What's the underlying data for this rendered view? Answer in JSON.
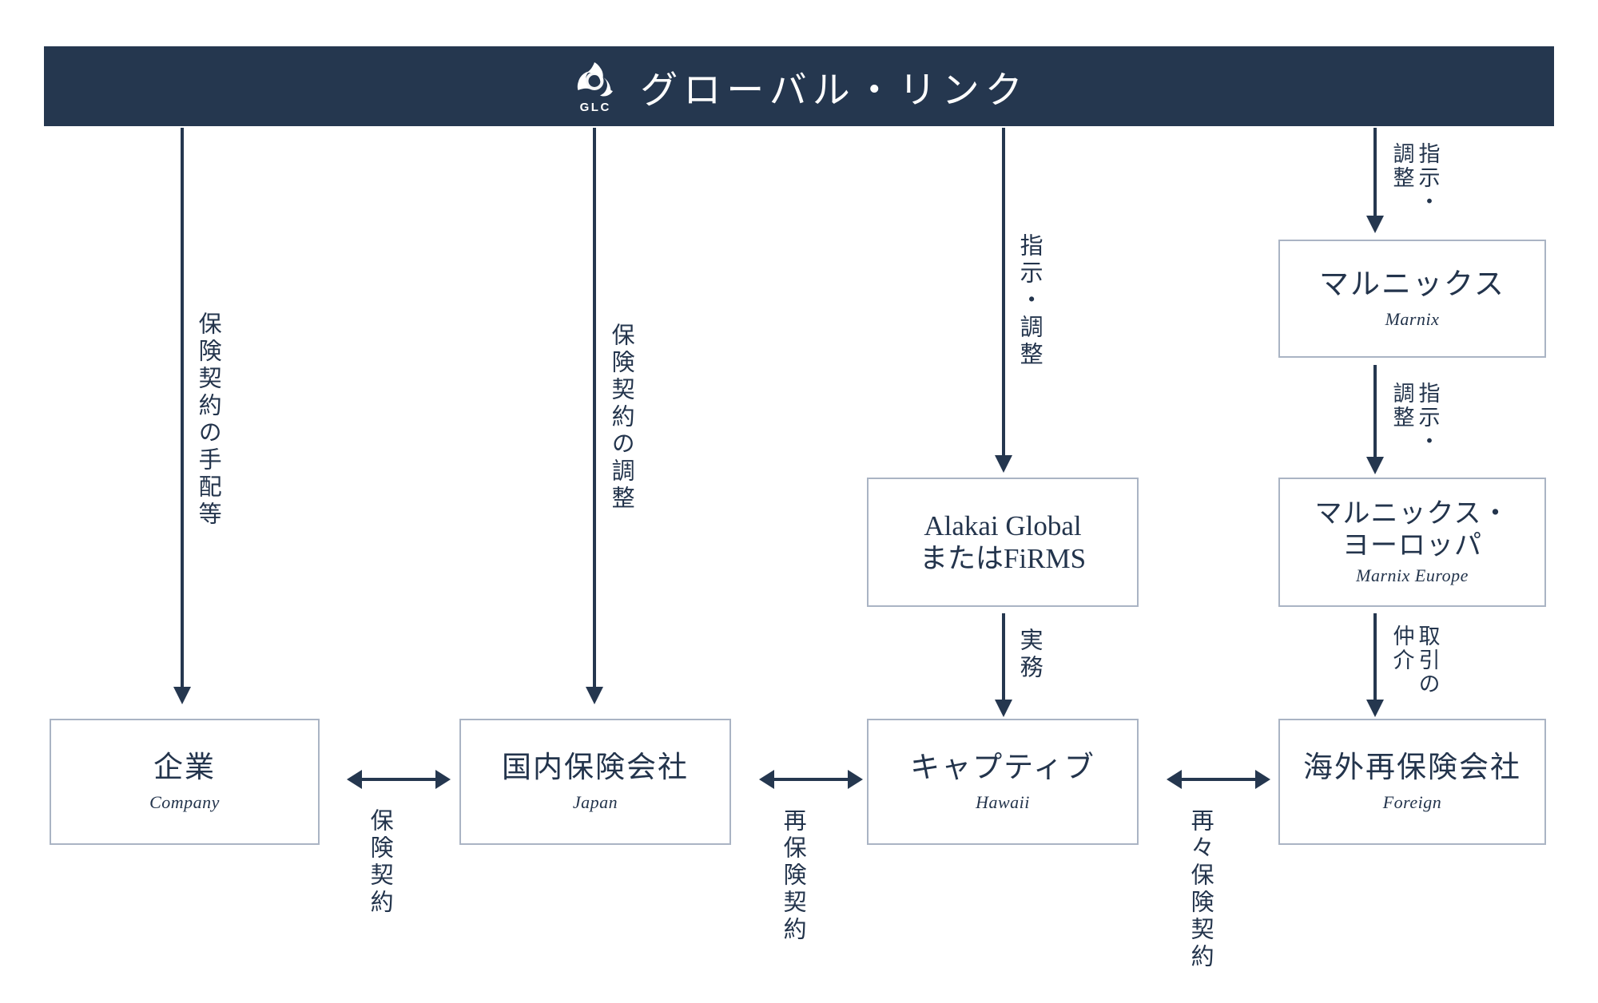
{
  "header": {
    "logo_name": "GLC",
    "logo_icon": "glc-trefoil-logo",
    "title": "グローバル・リンク",
    "bar_color": "#25374f"
  },
  "colors": {
    "brand_dark": "#25374f",
    "text": "#23344c",
    "box_border": "#aab4c4",
    "background": "#ffffff"
  },
  "nodes": {
    "company": {
      "jp": "企業",
      "en": "Company"
    },
    "japan_insurer": {
      "jp": "国内保険会社",
      "en": "Japan"
    },
    "captive": {
      "jp": "キャプティブ",
      "en": "Hawaii"
    },
    "foreign_reinsurer": {
      "jp": "海外再保険会社",
      "en": "Foreign"
    },
    "alakai": {
      "jp_line1": "Alakai Global",
      "jp_line2": "またはFiRMS",
      "en": ""
    },
    "marnix": {
      "jp": "マルニックス",
      "en": "Marnix"
    },
    "marnix_europe": {
      "jp_line1": "マルニックス・",
      "jp_line2": "ヨーロッパ",
      "en": "Marnix Europe"
    }
  },
  "arrow_labels": {
    "glc_to_company": "保険契約の手配等",
    "glc_to_japan": "保険契約の調整",
    "glc_to_alakai": "指示・調整",
    "glc_to_marnix_a": "指示・",
    "glc_to_marnix_b": "調整",
    "marnix_to_europe_a": "指示・",
    "marnix_to_europe_b": "調整",
    "europe_to_foreign_a": "取引の",
    "europe_to_foreign_b": "仲介",
    "alakai_to_captive": "実務",
    "company_japan": "保険契約",
    "japan_captive": "再保険契約",
    "captive_foreign": "再々保険契約"
  }
}
